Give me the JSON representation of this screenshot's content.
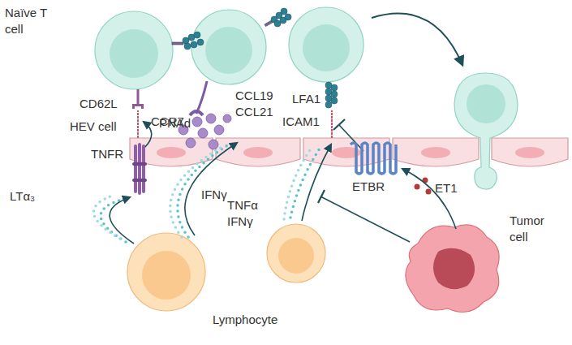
{
  "diagram": {
    "labels": [
      "Naïve T cell",
      "CD62L",
      "HEV cell",
      "PNAd",
      "TNFR",
      "LTα₃",
      "CCR7",
      "CCL19 CCL21",
      "IFNγ",
      "LFA1",
      "ICAM1",
      "ETBR",
      "ET1",
      "TNFα IFNγ",
      "Tumor cell",
      "Lymphocyte"
    ]
  }
}
